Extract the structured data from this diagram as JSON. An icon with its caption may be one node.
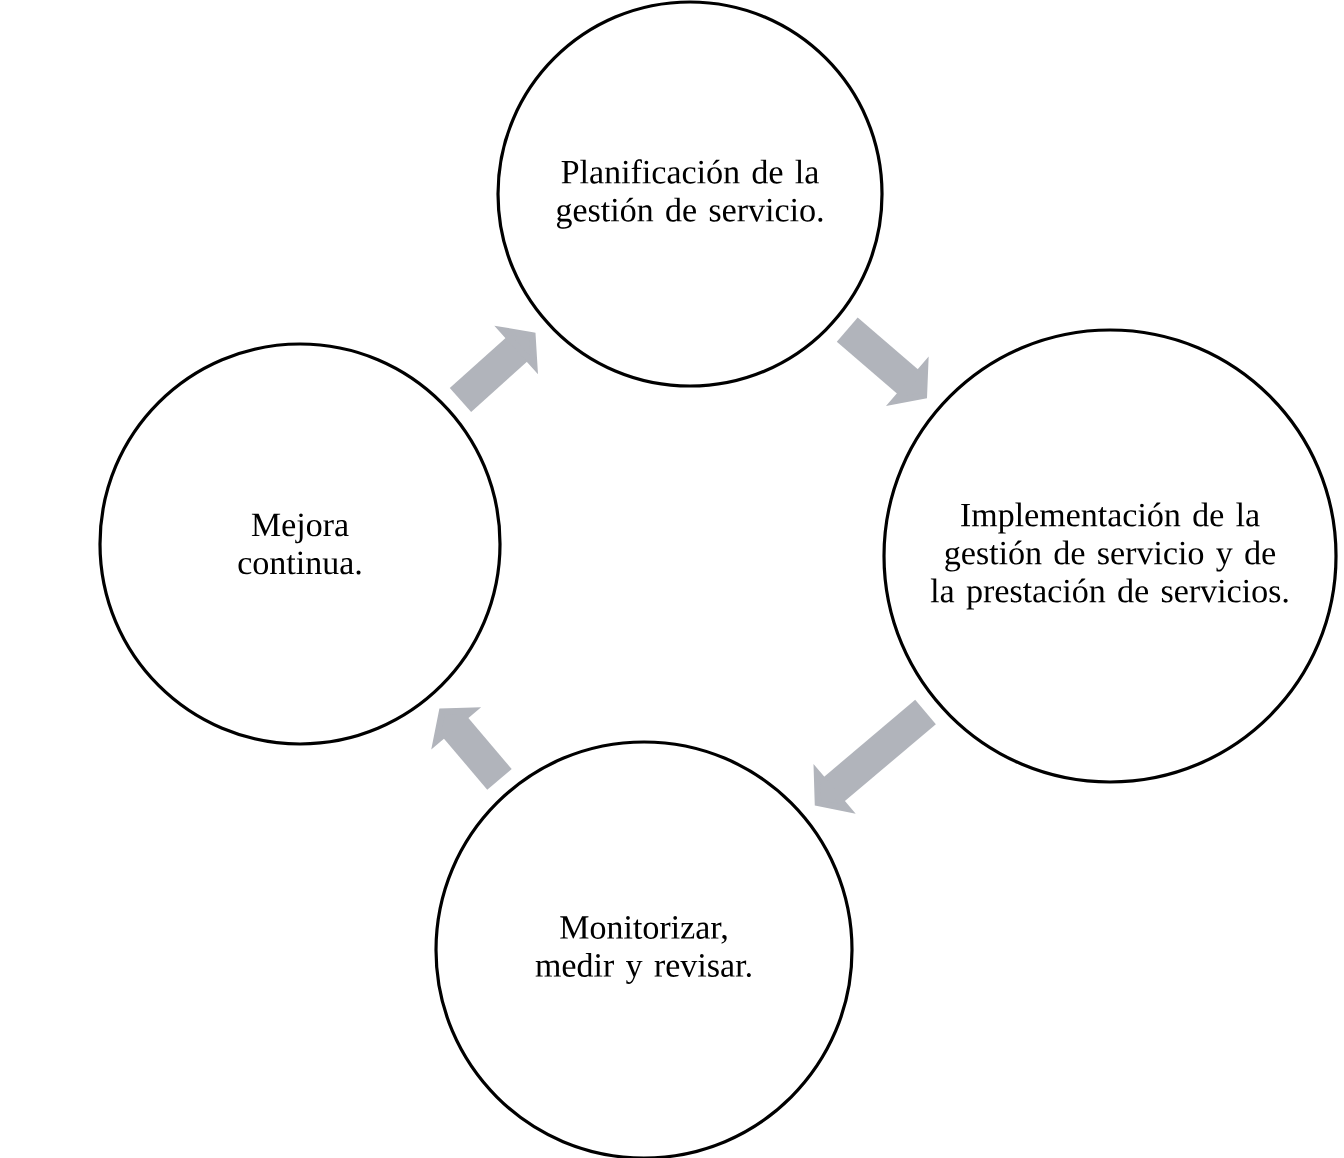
{
  "diagram": {
    "nodes": [
      {
        "text": [
          "Planificación de la gestión de servicio."
        ]
      },
      {
        "text": [
          "Implementación de la gestión de servicio y de la prestación de servicios."
        ]
      },
      {
        "text": [
          "Monitorizar, medir y revisar."
        ]
      },
      {
        "text": [
          "Mejora continua."
        ]
      }
    ],
    "edges": [
      {
        "from": 0,
        "to": 1,
        "arrow": "to"
      },
      {
        "from": 1,
        "to": 2,
        "arrow": "to"
      },
      {
        "from": 2,
        "to": 3,
        "arrow": "to"
      },
      {
        "from": 3,
        "to": 0,
        "arrow": "to"
      }
    ]
  }
}
